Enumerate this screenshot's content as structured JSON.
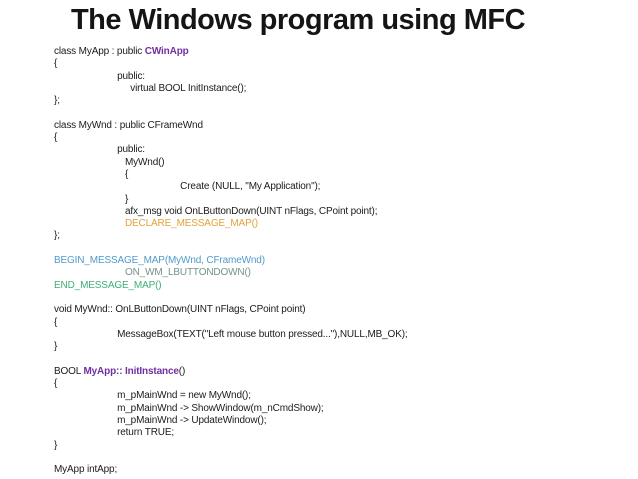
{
  "slide": {
    "title": "The Windows program using MFC"
  },
  "colors": {
    "black": "#1b1b1b",
    "purple": "#7030a0",
    "orange": "#e2a23c",
    "blue": "#4f9bc8",
    "teal": "#74938a",
    "green": "#3fae74"
  },
  "code": {
    "lines": [
      {
        "segments": [
          {
            "t": "class MyApp : public ",
            "c": "black"
          },
          {
            "t": "CWinApp",
            "c": "purple",
            "b": true
          }
        ]
      },
      {
        "segments": [
          {
            "t": "{",
            "c": "black"
          }
        ]
      },
      {
        "segments": [
          {
            "t": "                        public:",
            "c": "black"
          }
        ]
      },
      {
        "segments": [
          {
            "t": "                             virtual BOOL InitInstance();",
            "c": "black"
          }
        ]
      },
      {
        "segments": [
          {
            "t": "};",
            "c": "black"
          }
        ]
      },
      {
        "segments": []
      },
      {
        "segments": [
          {
            "t": "class MyWnd : public CFrameWnd",
            "c": "black"
          }
        ]
      },
      {
        "segments": [
          {
            "t": "{",
            "c": "black"
          }
        ]
      },
      {
        "segments": [
          {
            "t": "                        public:",
            "c": "black"
          }
        ]
      },
      {
        "segments": [
          {
            "t": "                           MyWnd()",
            "c": "black"
          }
        ]
      },
      {
        "segments": [
          {
            "t": "                           {",
            "c": "black"
          }
        ]
      },
      {
        "segments": [
          {
            "t": "                                                Create (NULL, \"My Application\");",
            "c": "black"
          }
        ]
      },
      {
        "segments": [
          {
            "t": "                           }",
            "c": "black"
          }
        ]
      },
      {
        "segments": [
          {
            "t": "                           afx_msg void OnLButtonDown(UINT nFlags, CPoint point);",
            "c": "black"
          }
        ]
      },
      {
        "segments": [
          {
            "t": "                           DECLARE_MESSAGE_MAP()",
            "c": "orange"
          }
        ]
      },
      {
        "segments": [
          {
            "t": "};",
            "c": "black"
          }
        ]
      },
      {
        "segments": []
      },
      {
        "segments": [
          {
            "t": "BEGIN_MESSAGE_MAP(MyWnd, CFrameWnd)",
            "c": "blue"
          }
        ]
      },
      {
        "segments": [
          {
            "t": "                           ON_WM_LBUTTONDOWN()",
            "c": "teal"
          }
        ]
      },
      {
        "segments": [
          {
            "t": "END_MESSAGE_MAP()",
            "c": "green"
          }
        ]
      },
      {
        "segments": []
      },
      {
        "segments": [
          {
            "t": "void MyWnd:: OnLButtonDown(UINT nFlags, CPoint point)",
            "c": "black"
          }
        ]
      },
      {
        "segments": [
          {
            "t": "{",
            "c": "black"
          }
        ]
      },
      {
        "segments": [
          {
            "t": "                        MessageBox(TEXT(\"Left mouse button pressed...\"),NULL,MB_OK);",
            "c": "black"
          }
        ]
      },
      {
        "segments": [
          {
            "t": "}",
            "c": "black"
          }
        ]
      },
      {
        "segments": []
      },
      {
        "segments": [
          {
            "t": "BOOL ",
            "c": "black"
          },
          {
            "t": "MyApp:: InitInstance",
            "c": "purple",
            "b": true
          },
          {
            "t": "()",
            "c": "black"
          }
        ]
      },
      {
        "segments": [
          {
            "t": "{",
            "c": "black"
          }
        ]
      },
      {
        "segments": [
          {
            "t": "                        m_pMainWnd = new MyWnd();",
            "c": "black"
          }
        ]
      },
      {
        "segments": [
          {
            "t": "                        m_pMainWnd -> ShowWindow(m_nCmdShow);",
            "c": "black"
          }
        ]
      },
      {
        "segments": [
          {
            "t": "                        m_pMainWnd -> UpdateWindow();",
            "c": "black"
          }
        ]
      },
      {
        "segments": [
          {
            "t": "                        return TRUE;",
            "c": "black"
          }
        ]
      },
      {
        "segments": [
          {
            "t": "}",
            "c": "black"
          }
        ]
      },
      {
        "segments": []
      },
      {
        "segments": [
          {
            "t": "MyApp intApp;",
            "c": "black"
          }
        ]
      }
    ]
  }
}
